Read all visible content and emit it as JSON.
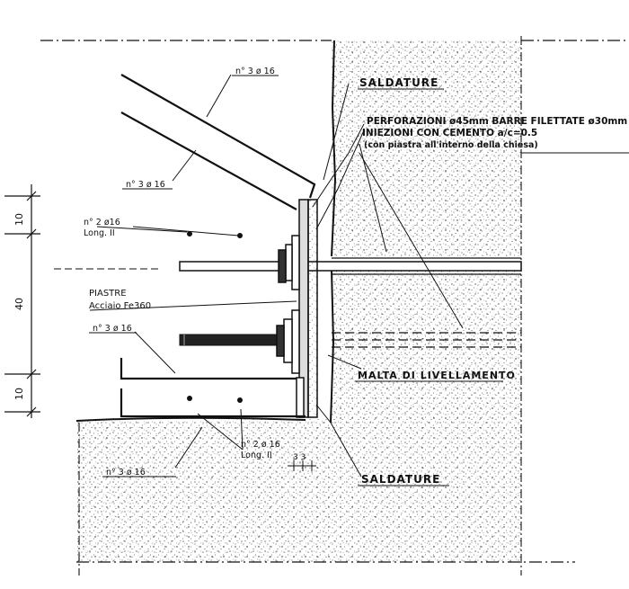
{
  "drawing": {
    "labels": {
      "saldature_top": "SALDATURE",
      "saldature_bottom": "SALDATURE",
      "perforazioni": "PERFORAZIONI ø45mm BARRE FILETTATE ø30mm",
      "iniezioni": "INIEZIONI CON CEMENTO a/c=0.5",
      "piastra_note": "(con piastra all'interno della chiesa)",
      "bars_top_1": "n° 3 ø 16",
      "bars_top_2": "n° 3 ø 16",
      "long_top_a": "n° 2 ø16",
      "long_top_b": "Long. II",
      "piastre": "PIASTRE",
      "acciaio": "Acciaio Fe360",
      "bars_mid": "n° 3 ø 16",
      "malta": "MALTA DI LIVELLAMENTO",
      "long_bot_a": "n° 2 ø 16",
      "long_bot_b": "Long. II",
      "bars_bot": "n° 3 ø 16",
      "small_dims": "3  3"
    },
    "dimensions": [
      "10",
      "40",
      "10"
    ],
    "colors": {
      "ink": "#111111",
      "paper": "#ffffff",
      "stipple": "#3a3a3a"
    }
  }
}
